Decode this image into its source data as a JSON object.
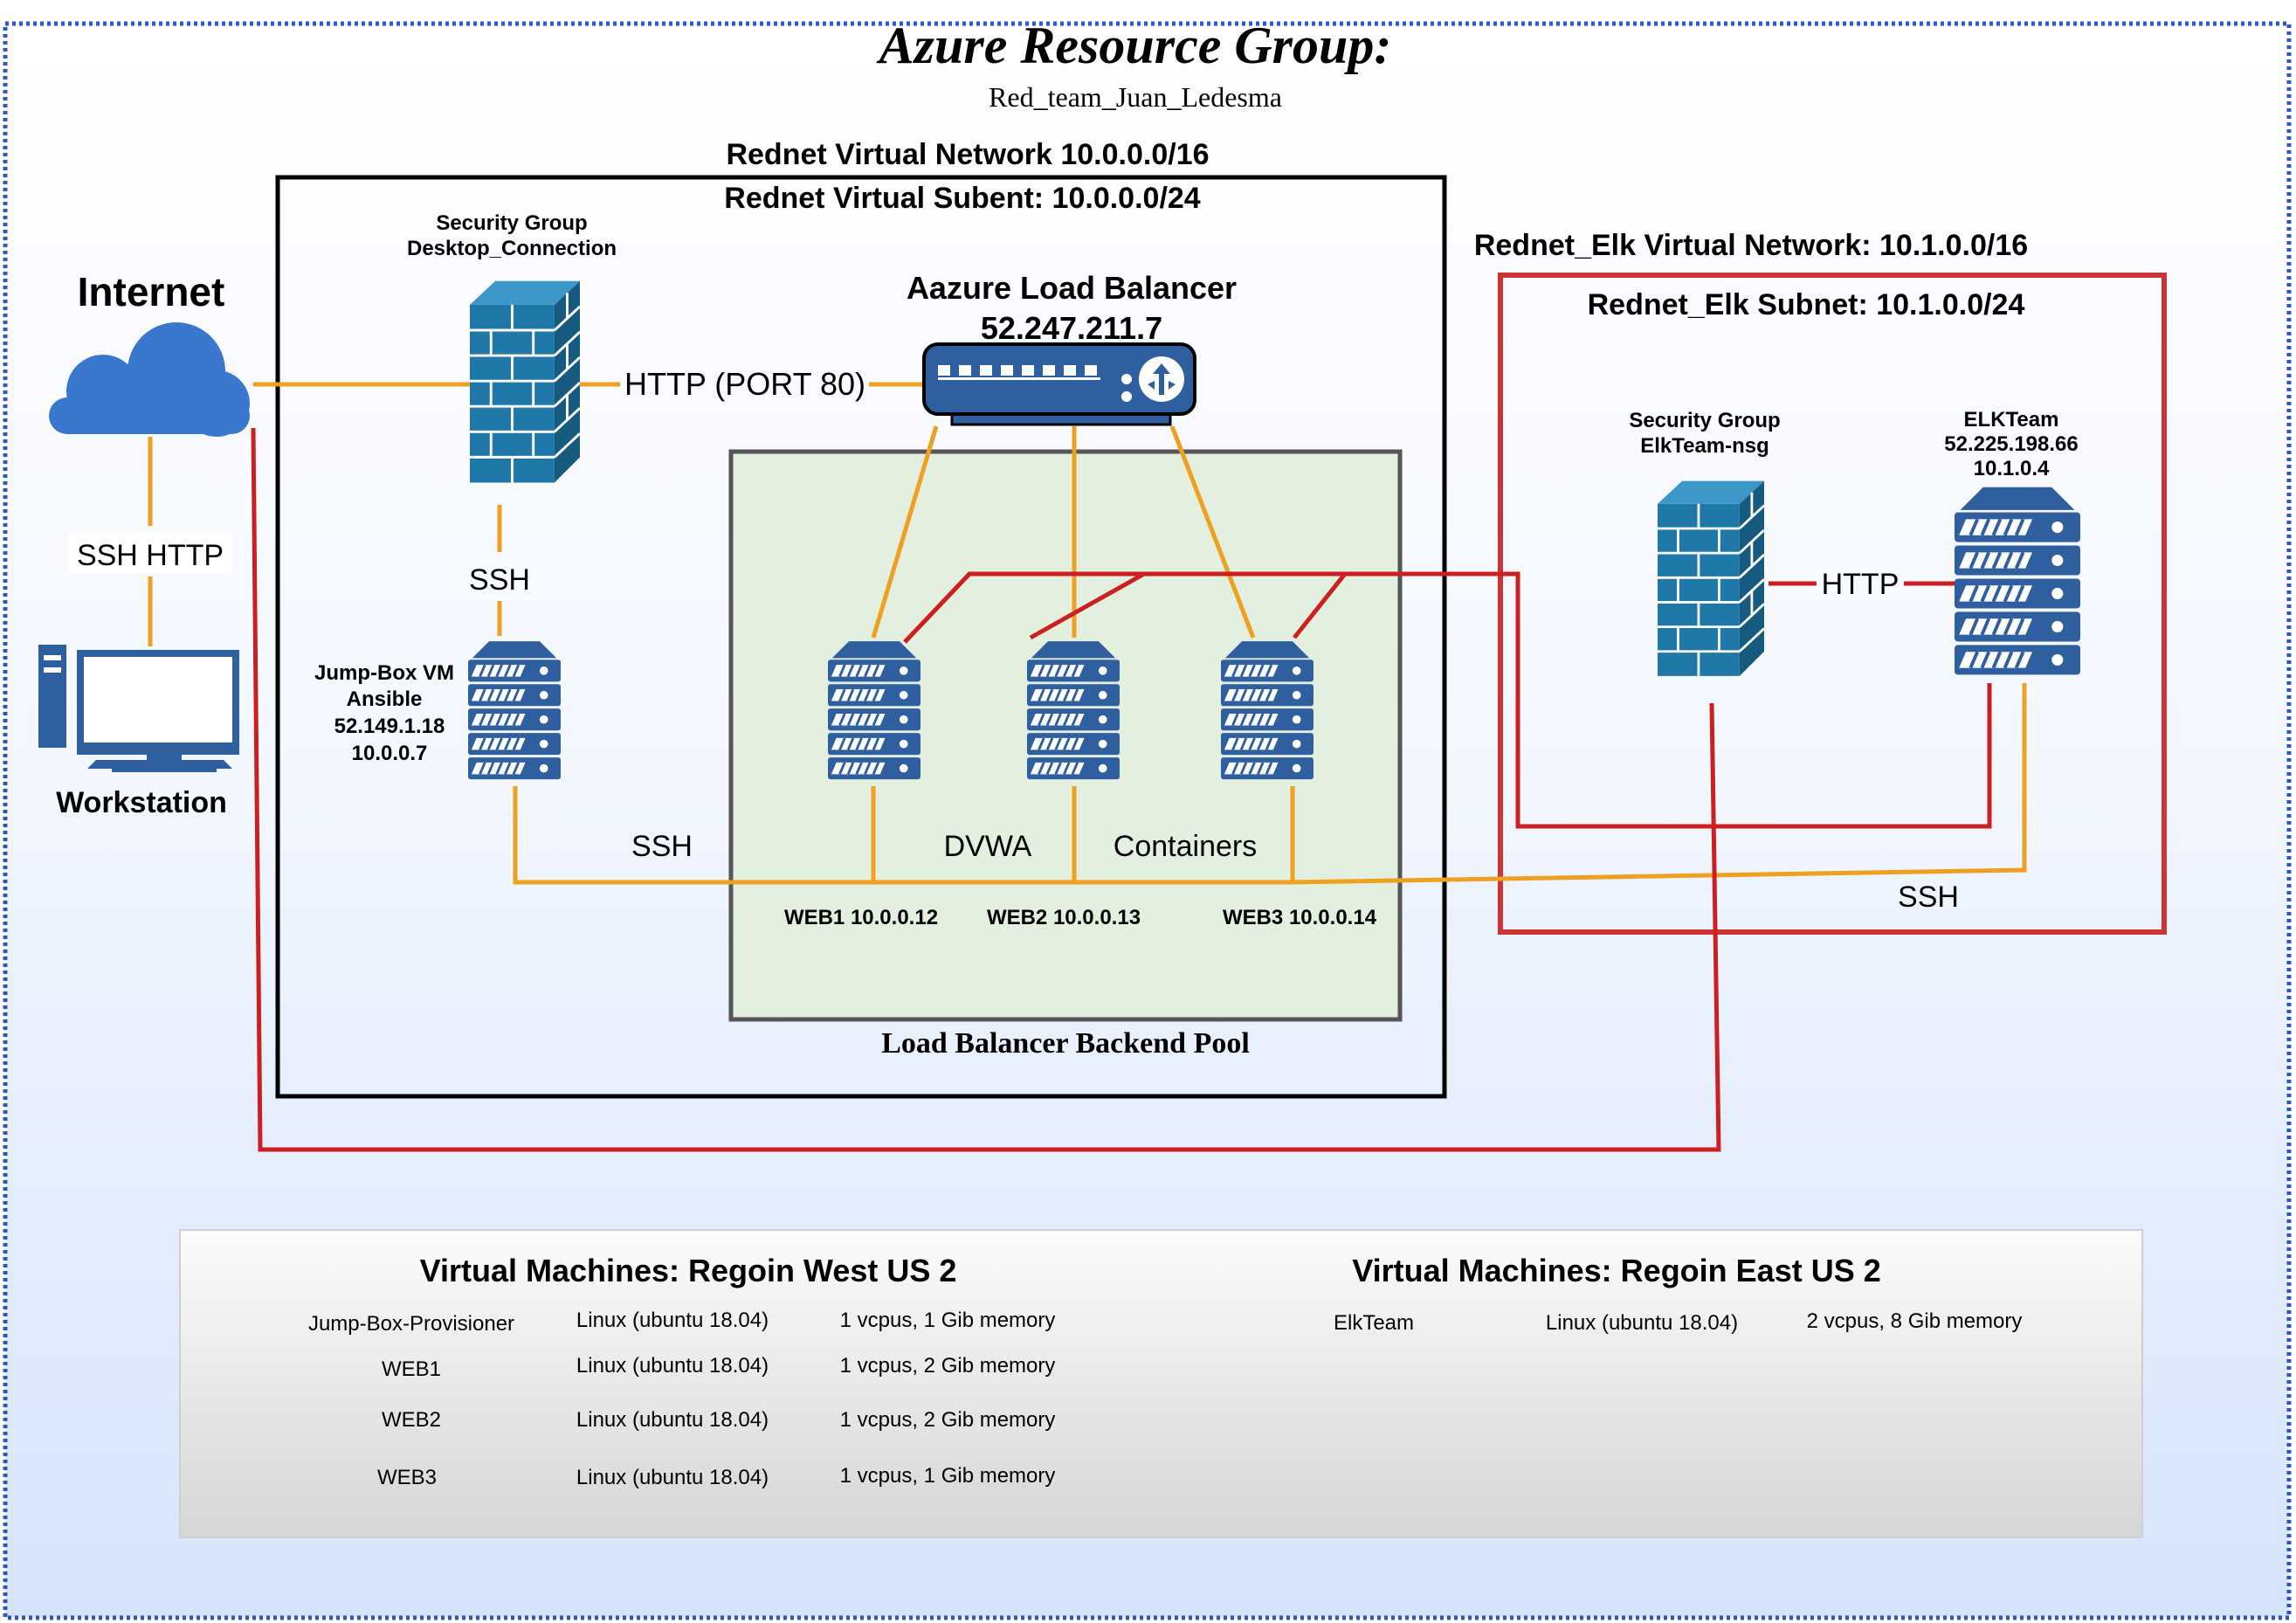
{
  "title": "Azure Resource Group:",
  "subtitle": "Red_team_Juan_Ledesma",
  "vnet": {
    "network_label": "Rednet Virtual Network 10.0.0.0/16",
    "subnet_label": "Rednet Virtual Subent: 10.0.0.0/24"
  },
  "elk_vnet": {
    "network_label": "Rednet_Elk Virtual Network: 10.1.0.0/16",
    "subnet_label": "Rednet_Elk Subnet: 10.1.0.0/24"
  },
  "internet": {
    "label": "Internet"
  },
  "workstation": {
    "label": "Workstation"
  },
  "security_group_1": {
    "line1": "Security Group",
    "line2": "Desktop_Connection"
  },
  "security_group_2": {
    "line1": "Security Group",
    "line2": "ElkTeam-nsg"
  },
  "load_balancer": {
    "name": "Aazure Load Balancer",
    "ip": "52.247.211.7"
  },
  "jumpbox": {
    "line1": "Jump-Box VM",
    "line2": "Ansible",
    "line3": "52.149.1.18",
    "line4": "10.0.0.7"
  },
  "elk_server": {
    "line1": "ELKTeam",
    "line2": "52.225.198.66",
    "line3": "10.1.0.4"
  },
  "backend_pool": {
    "label": "Load Balancer Backend Pool",
    "web1": "WEB1 10.0.0.12",
    "web2": "WEB2 10.0.0.13",
    "web3": "WEB3 10.0.0.14",
    "dvwa": "DVWA",
    "containers": "Containers"
  },
  "connections": {
    "ssh_http": "SSH HTTP",
    "http_port": "HTTP (PORT 80)",
    "ssh_sg": "SSH",
    "ssh_web": "SSH",
    "http_elk": "HTTP",
    "ssh_elk": "SSH"
  },
  "colors": {
    "orange": "#f0a020",
    "red": "#cc1f1f",
    "server_blue": "#2f5f9e",
    "firewall_teal": "#1f78a8",
    "cloud_blue": "#3a77cf",
    "pool_fill": "#e3efdf",
    "elk_border": "#cc3333"
  },
  "vm_table": {
    "west": {
      "title": "Virtual Machines: Regoin West US 2",
      "rows": [
        {
          "name": "Jump-Box-Provisioner",
          "os": "Linux (ubuntu 18.04)",
          "spec": "1 vcpus, 1 Gib memory"
        },
        {
          "name": "WEB1",
          "os": "Linux (ubuntu 18.04)",
          "spec": "1 vcpus, 2 Gib memory"
        },
        {
          "name": "WEB2",
          "os": "Linux (ubuntu 18.04)",
          "spec": "1 vcpus, 2 Gib memory"
        },
        {
          "name": "WEB3",
          "os": "Linux (ubuntu 18.04)",
          "spec": "1 vcpus, 1 Gib memory"
        }
      ]
    },
    "east": {
      "title": "Virtual Machines: Regoin East US 2",
      "rows": [
        {
          "name": "ElkTeam",
          "os": "Linux (ubuntu 18.04)",
          "spec": "2 vcpus, 8 Gib memory"
        }
      ]
    }
  }
}
